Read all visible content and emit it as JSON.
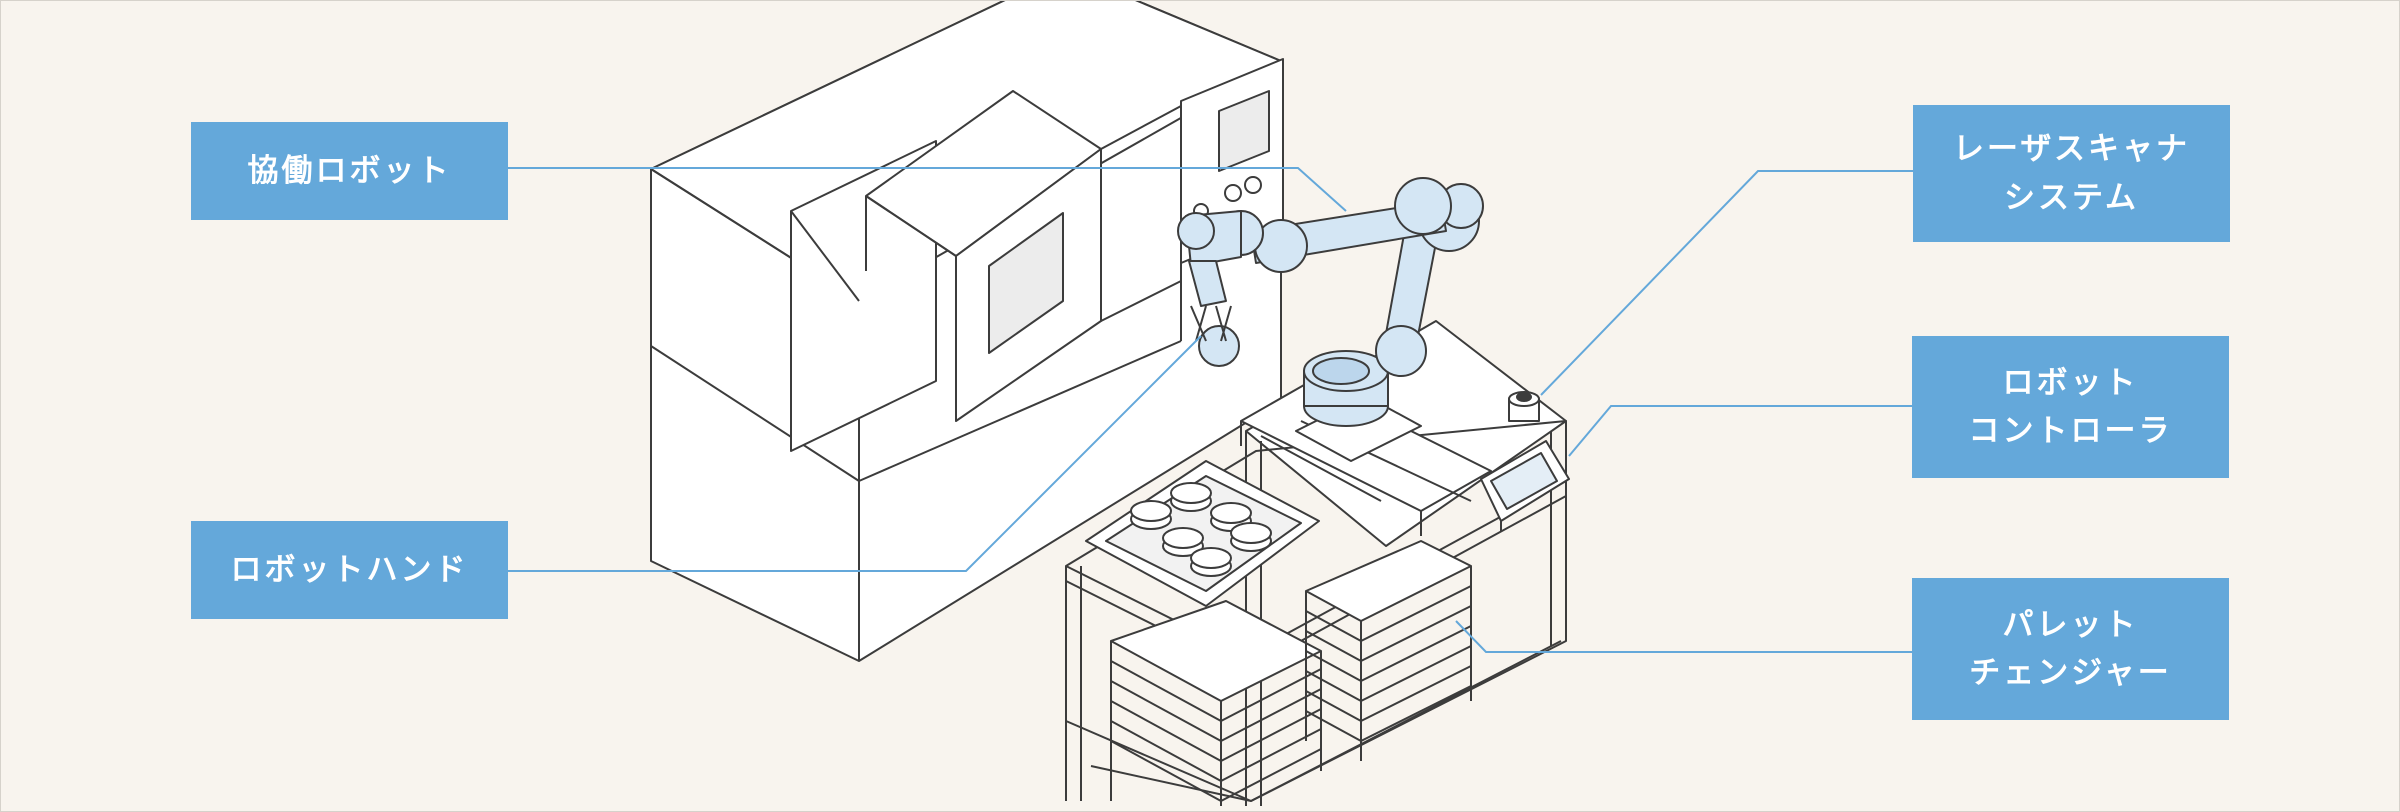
{
  "diagram": {
    "labels": {
      "cobot": {
        "lines": [
          "協働ロボット"
        ]
      },
      "robot_hand": {
        "lines": [
          "ロボットハンド"
        ]
      },
      "scanner": {
        "lines": [
          "レーザスキャナ",
          "システム"
        ]
      },
      "controller": {
        "lines": [
          "ロボット",
          "コントローラ"
        ]
      },
      "pallet": {
        "lines": [
          "パレット",
          "チェンジャー"
        ]
      }
    },
    "colors": {
      "background": "#f8f4ee",
      "label_fill": "#64a8da",
      "label_text": "#ffffff",
      "leader_line": "#64a8da",
      "line_art": "#3c3c3c",
      "robot_arm": "#d4e6f4",
      "machine_window": "#ececec"
    }
  }
}
